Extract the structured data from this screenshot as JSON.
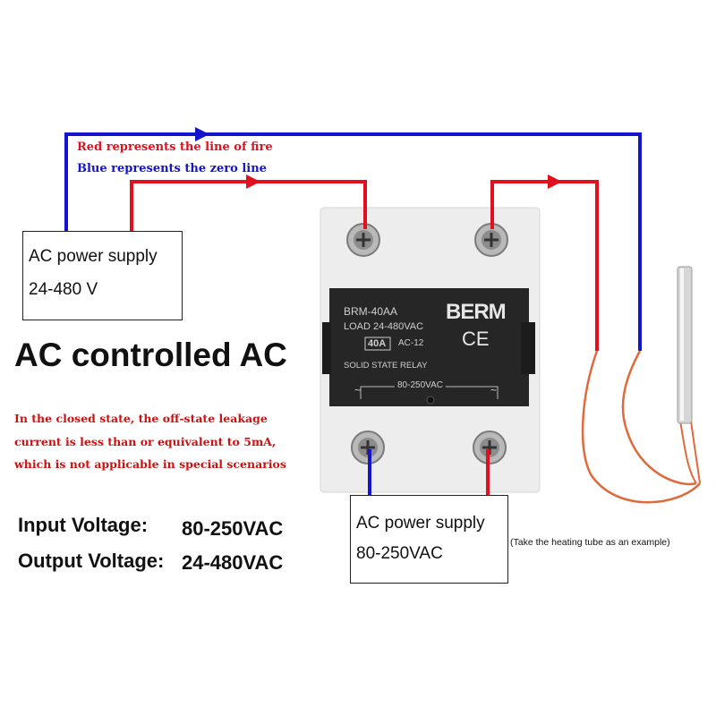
{
  "legend": {
    "red": "Red represents the line of fire",
    "blue": "Blue represents the zero line"
  },
  "supply_left": {
    "line1": "AC power supply",
    "line2": "24-480 V"
  },
  "supply_bottom": {
    "line1": "AC power supply",
    "line2": "80-250VAC"
  },
  "title": "AC controlled AC",
  "note": {
    "line1": "In the closed state, the off-state leakage",
    "line2": "current is less than or equivalent to 5mA,",
    "line3": "which is not applicable in special scenarios"
  },
  "specs": {
    "input_label": "Input Voltage:",
    "input_value": "80-250VAC",
    "output_label": "Output Voltage:",
    "output_value": "24-480VAC"
  },
  "heating_note": "(Take the heating tube as an example)",
  "relay": {
    "model": "BRM-40AA",
    "brand": "BERM",
    "load": "LOAD 24-480VAC",
    "current": "40A",
    "category": "AC-12",
    "ce_mark": "CE",
    "type": "SOLID STATE RELAY",
    "control": "80-250VAC",
    "tilde": "~"
  },
  "colors": {
    "fire": "#e0101e",
    "zero": "#1414cc",
    "relay_face": "#232323",
    "relay_body": "#ececec"
  }
}
